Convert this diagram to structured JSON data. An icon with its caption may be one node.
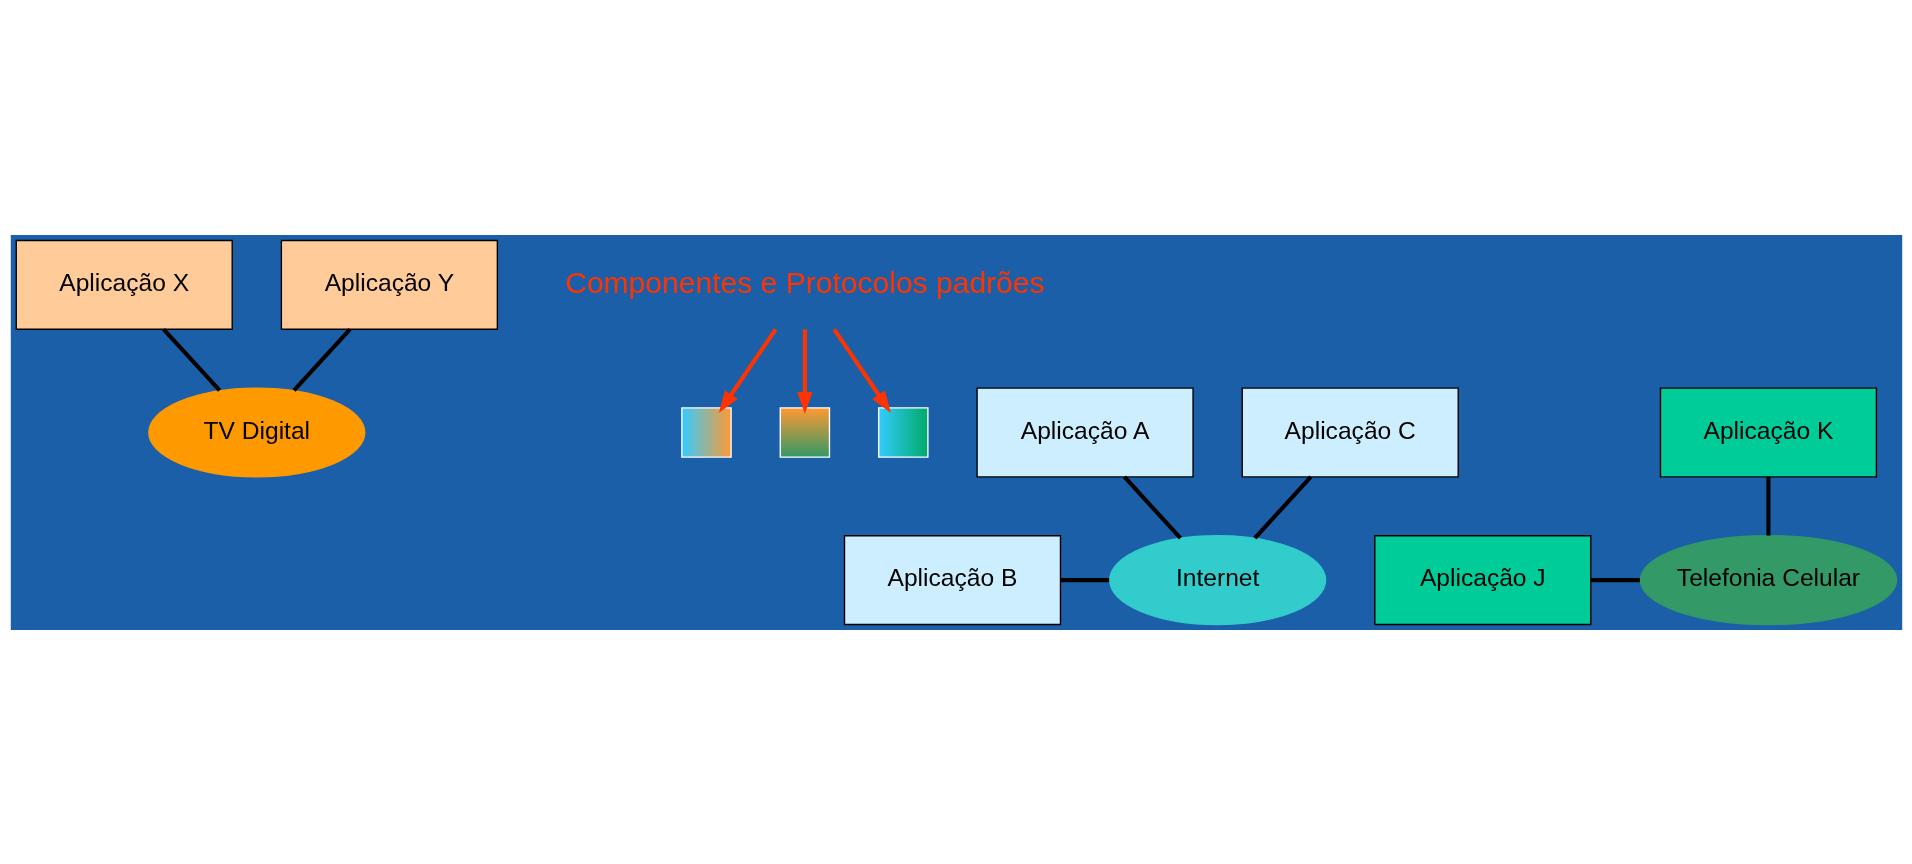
{
  "diagram": {
    "nodes": [
      {
        "text": [
          "Aplicação X"
        ]
      },
      {
        "text": [
          "Aplicação Y"
        ]
      },
      {
        "text": [
          "Componentes e Protocolos padrões"
        ]
      },
      {
        "text": [
          "Aplicação A"
        ]
      },
      {
        "text": [
          "TV Digital"
        ]
      },
      {
        "text": [
          "Internet"
        ]
      },
      {
        "text": [
          "Telefonia Celular"
        ]
      },
      {
        "text": [],
        "shape": "box"
      },
      {
        "text": [],
        "shape": "box"
      },
      {
        "text": [],
        "shape": "box"
      },
      {
        "text": [
          "Aplicação B"
        ]
      },
      {
        "text": [
          "Aplicação C"
        ]
      },
      {
        "text": [
          "Aplicação K"
        ]
      },
      {
        "text": [
          "Aplicação J"
        ]
      }
    ],
    "edges": [
      {
        "from": 0,
        "to": 4,
        "arrow": "none"
      },
      {
        "from": 1,
        "to": 4,
        "arrow": "none"
      },
      {
        "from": 3,
        "to": 5,
        "arrow": "none"
      },
      {
        "from": 10,
        "to": 5,
        "arrow": "none"
      },
      {
        "from": 11,
        "to": 5,
        "arrow": "none"
      },
      {
        "from": 12,
        "to": 6,
        "arrow": "none"
      },
      {
        "from": 13,
        "to": 6,
        "arrow": "none"
      },
      {
        "from": 2,
        "to": 7,
        "arrow": "to",
        "color": "#ff3300"
      },
      {
        "from": 2,
        "to": 8,
        "arrow": "to",
        "color": "#ff3300"
      },
      {
        "from": 2,
        "to": 9,
        "arrow": "to",
        "color": "#ff3300"
      }
    ]
  }
}
